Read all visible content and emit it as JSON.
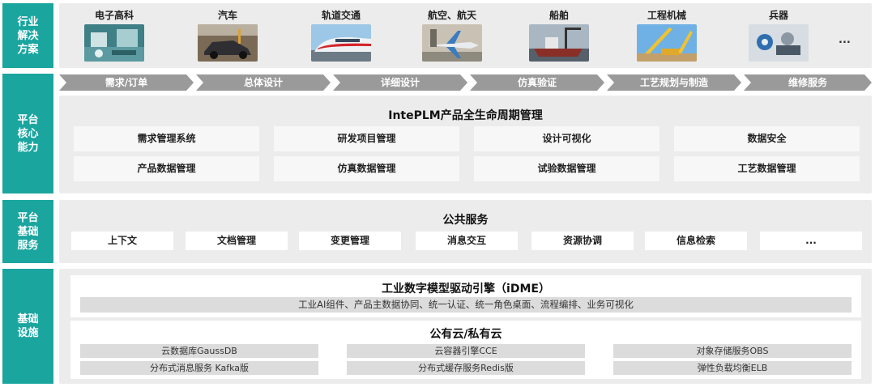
{
  "sidebar": {
    "row1": "行业解决方案",
    "row2": "平台核心能力",
    "row3": "平台基础服务",
    "row4": "基础设施"
  },
  "industries": [
    {
      "label": "电子高科",
      "icon": "electronics-factory-photo"
    },
    {
      "label": "汽车",
      "icon": "car-assembly-photo"
    },
    {
      "label": "轨道交通",
      "icon": "high-speed-train-photo"
    },
    {
      "label": "航空、航天",
      "icon": "aircraft-photo"
    },
    {
      "label": "船舶",
      "icon": "shipyard-photo"
    },
    {
      "label": "工程机械",
      "icon": "construction-crane-photo"
    },
    {
      "label": "兵器",
      "icon": "machinery-photo"
    }
  ],
  "industries_more": "...",
  "stages": [
    "需求/订单",
    "总体设计",
    "详细设计",
    "仿真验证",
    "工艺规划与制造",
    "维修服务"
  ],
  "core": {
    "title": "IntePLM产品全生命周期管理",
    "row1": [
      "需求管理系统",
      "研发项目管理",
      "设计可视化",
      "数据安全"
    ],
    "row2": [
      "产品数据管理",
      "仿真数据管理",
      "试验数据管理",
      "工艺数据管理"
    ]
  },
  "public": {
    "title": "公共服务",
    "items": [
      "上下文",
      "文档管理",
      "变更管理",
      "消息交互",
      "资源协调",
      "信息检索",
      "..."
    ]
  },
  "idme": {
    "title": "工业数字模型驱动引擎（iDME）",
    "subtitle": "工业AI组件、产品主数据协同、统一认证、统一角色桌面、流程编排、业务可视化"
  },
  "cloud": {
    "title": "公有云/私有云",
    "row1": [
      "云数据库GaussDB",
      "云容器引擎CCE",
      "对象存储服务OBS"
    ],
    "row2": [
      "分布式消息服务 Kafka版",
      "分布式缓存服务Redis版",
      "弹性负载均衡ELB"
    ]
  },
  "colors": {
    "accent": "#1aa59f",
    "chevron": "#9a9a9a",
    "panel": "#ececec"
  }
}
